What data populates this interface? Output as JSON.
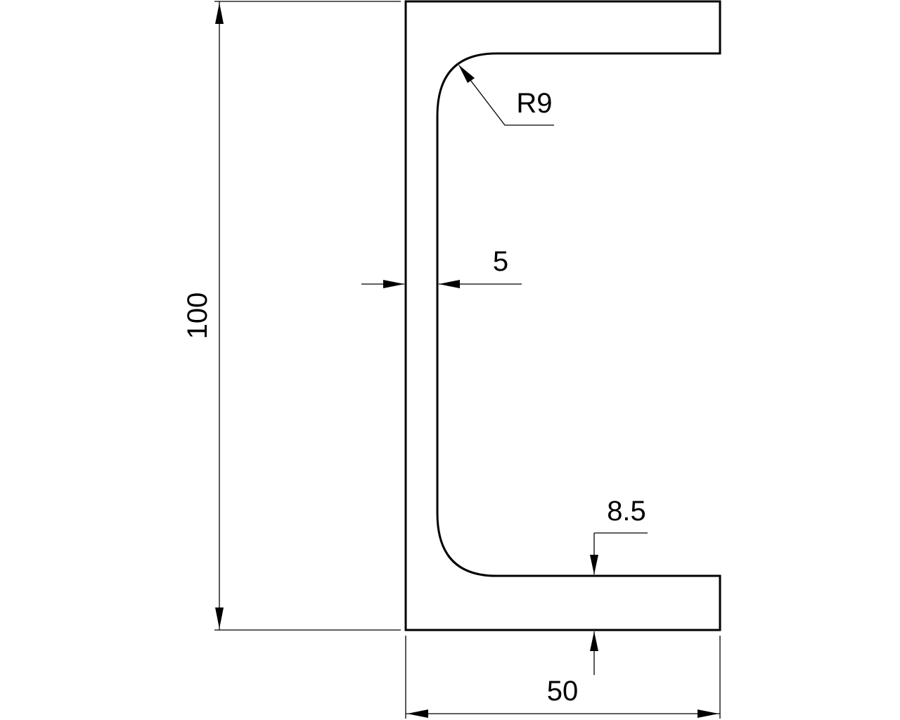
{
  "drawing": {
    "subject": "channel-section-profile",
    "line_color": "#000000",
    "background": "#ffffff",
    "dimensions": {
      "height": "100",
      "width": "50",
      "web_thickness": "5",
      "flange_thickness": "8.5",
      "fillet_radius": "R9"
    }
  }
}
